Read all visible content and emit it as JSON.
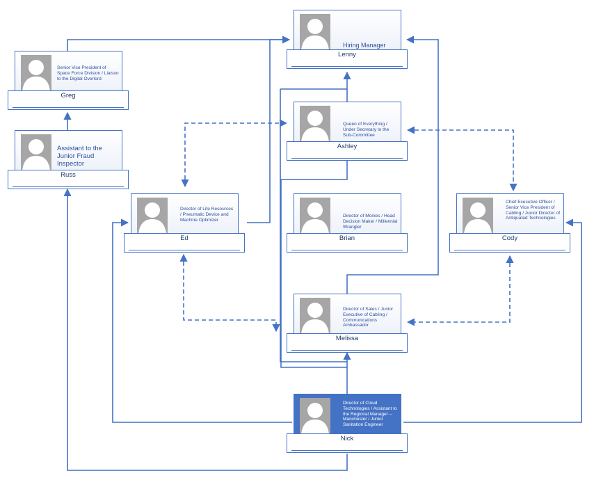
{
  "colors": {
    "line": "#4472c4",
    "avatar_bg": "#a6a6a6",
    "highlight": "#4472c4",
    "title_text": "#2f4f9a"
  },
  "nodes": {
    "lenny": {
      "name": "Lenny",
      "title": "Hiring Manager",
      "avatar_icon": "person-silhouette-icon"
    },
    "greg": {
      "name": "Greg",
      "title": "Senior Vice President of Space Force Division / Liaison to the Digital Overlord",
      "avatar_icon": "person-silhouette-icon"
    },
    "russ": {
      "name": "Russ",
      "title": "Assistant to the Junior Fraud Inspector",
      "avatar_icon": "person-silhouette-icon"
    },
    "ashley": {
      "name": "Ashley",
      "title": "Queen of Everything / Under Secretary to the Sub-Committee",
      "avatar_icon": "person-silhouette-icon"
    },
    "ed": {
      "name": "Ed",
      "title": "Director of Life Resources / Pneumatic Device and Machine Optimizer",
      "avatar_icon": "person-silhouette-icon"
    },
    "brian": {
      "name": "Brian",
      "title": "Director of Monies / Head Decision Maker / Millennial Wrangler",
      "avatar_icon": "person-silhouette-icon"
    },
    "cody": {
      "name": "Cody",
      "title": "Chief Executive Officer / Senior Vice President of Cabling / Junior Director of Antiquated Technologies",
      "avatar_icon": "person-silhouette-icon"
    },
    "melissa": {
      "name": "Melissa",
      "title": "Director of Sales / Junior Executive of Cabling / Communications Ambassador",
      "avatar_icon": "person-silhouette-icon"
    },
    "nick": {
      "name": "Nick",
      "title": "Director of Cloud Technologies / Assistant to the Regional Manager – Manchester / Junior Sanitation Engineer",
      "avatar_icon": "person-silhouette-icon",
      "highlighted": true
    }
  }
}
